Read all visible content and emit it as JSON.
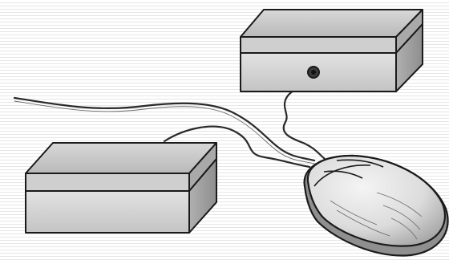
{
  "illustration": {
    "subject": "two-computers-connected-to-one-mouse",
    "parts": [
      "top-right-box",
      "bottom-left-box",
      "computer-mouse",
      "cables",
      "port"
    ]
  },
  "colors": {
    "background": "#ffffff",
    "ruled_lines": "#e6e6e6",
    "outline": "#1a1a1a",
    "box_top": "#c9c9c9",
    "box_front": "#d6d6d6",
    "box_side": "#a8a8a8",
    "box_lid_band": "#b5b5b5",
    "mouse_body": "#e3e3e3",
    "mouse_shade": "#9e9e9e",
    "port": "#3a3a3a",
    "cable": "#2a2a2a"
  }
}
